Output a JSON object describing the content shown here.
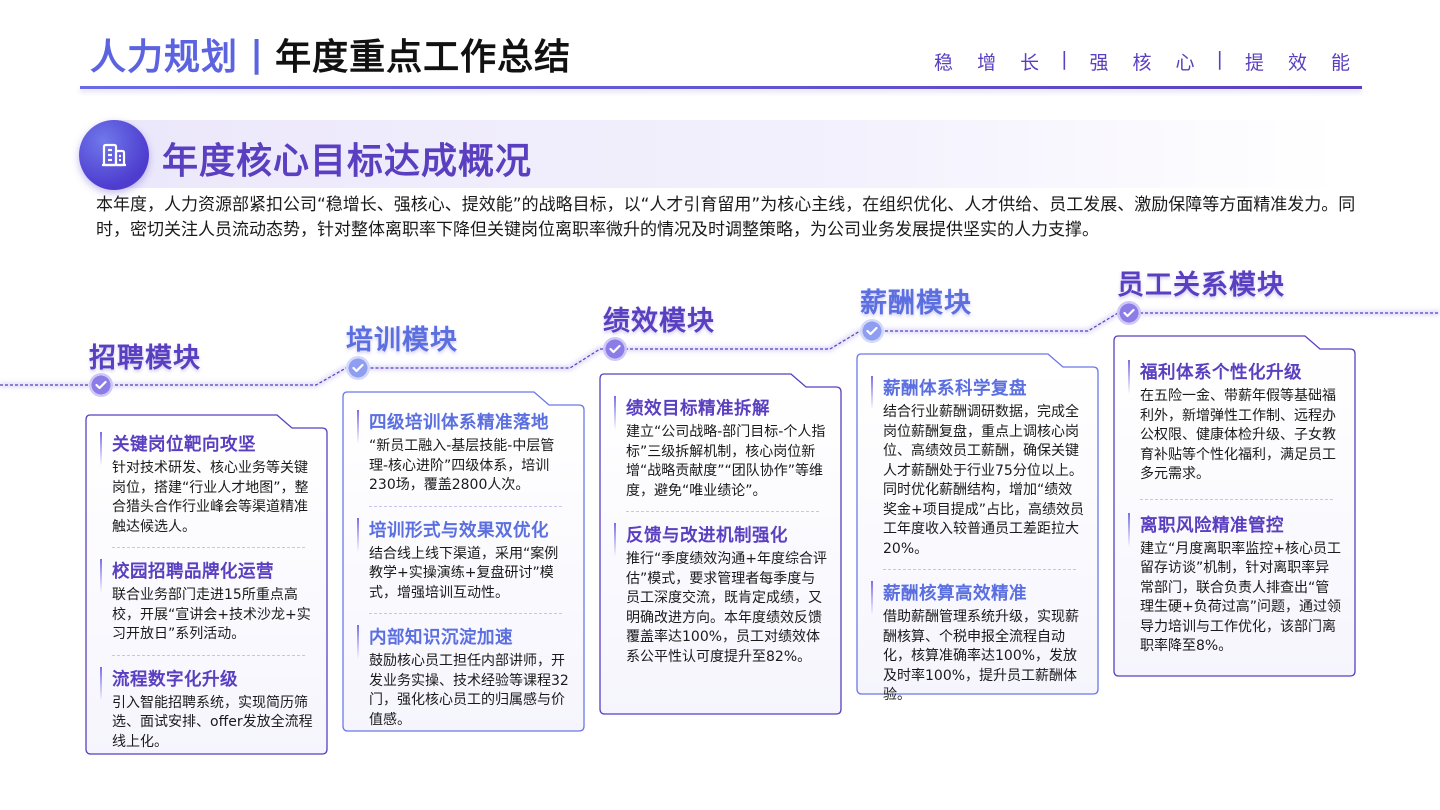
{
  "header": {
    "brand": "人力规划",
    "separator": "|",
    "title": "年度重点工作总结",
    "slogan": [
      "稳",
      "增",
      "长",
      "|",
      "强",
      "核",
      "心",
      "|",
      "提",
      "效",
      "能"
    ]
  },
  "section": {
    "icon": "building-icon",
    "title": "年度核心目标达成概况",
    "intro": "本年度，人力资源部紧扣公司“稳增长、强核心、提效能”的战略目标，以“人才引育留用”为核心主线，在组织优化、人才供给、员工发展、激励保障等方面精准发力。同时，密切关注人员流动态势，针对整体离职率下降但关键岗位离职率微升的情况及时调整策略，为公司业务发展提供坚实的人力支撑。"
  },
  "colors": {
    "purple": "#5a3fc0",
    "blue": "#5b6fe0",
    "accent_gradient_start": "#6a6ae6"
  },
  "modules": [
    {
      "title": "招聘模块",
      "items": [
        {
          "head": "关键岗位靶向攻坚",
          "body": "针对技术研发、核心业务等关键岗位，搭建“行业人才地图”，整合猎头合作行业峰会等渠道精准触达候选人。"
        },
        {
          "head": "校园招聘品牌化运营",
          "body": "联合业务部门走进15所重点高校，开展“宣讲会+技术沙龙+实习开放日”系列活动。"
        },
        {
          "head": "流程数字化升级",
          "body": "引入智能招聘系统，实现简历筛选、面试安排、offer发放全流程线上化。"
        }
      ]
    },
    {
      "title": "培训模块",
      "items": [
        {
          "head": "四级培训体系精准落地",
          "body": "“新员工融入-基层技能-中层管理-核心进阶”四级体系，培训230场，覆盖2800人次。"
        },
        {
          "head": "培训形式与效果双优化",
          "body": "结合线上线下渠道，采用“案例教学+实操演练+复盘研讨”模式，增强培训互动性。"
        },
        {
          "head": "内部知识沉淀加速",
          "body": "鼓励核心员工担任内部讲师，开发业务实操、技术经验等课程32门，强化核心员工的归属感与价值感。"
        }
      ]
    },
    {
      "title": "绩效模块",
      "items": [
        {
          "head": "绩效目标精准拆解",
          "body": "建立“公司战略-部门目标-个人指标”三级拆解机制，核心岗位新增“战略贡献度”“团队协作”等维度，避免“唯业绩论”。"
        },
        {
          "head": "反馈与改进机制强化",
          "body": "推行“季度绩效沟通+年度综合评估”模式，要求管理者每季度与员工深度交流，既肯定成绩，又明确改进方向。本年度绩效反馈覆盖率达100%，员工对绩效体系公平性认可度提升至82%。"
        }
      ]
    },
    {
      "title": "薪酬模块",
      "items": [
        {
          "head": "薪酬体系科学复盘",
          "body": "结合行业薪酬调研数据，完成全岗位薪酬复盘，重点上调核心岗位、高绩效员工薪酬，确保关键人才薪酬处于行业75分位以上。同时优化薪酬结构，增加“绩效奖金+项目提成”占比，高绩效员工年度收入较普通员工差距拉大20%。"
        },
        {
          "head": "薪酬核算高效精准",
          "body": "借助薪酬管理系统升级，实现薪酬核算、个税申报全流程自动化，核算准确率达100%，发放及时率100%，提升员工薪酬体验。"
        }
      ]
    },
    {
      "title": "员工关系模块",
      "items": [
        {
          "head": "福利体系个性化升级",
          "body": "在五险一金、带薪年假等基础福利外，新增弹性工作制、远程办公权限、健康体检升级、子女教育补贴等个性化福利，满足员工多元需求。"
        },
        {
          "head": "离职风险精准管控",
          "body": "建立“月度离职率监控+核心员工留存访谈”机制，针对离职率异常部门，联合负责人排查出“管理生硬+负荷过高”问题，通过领导力培训与工作优化，该部门离职率降至8%。"
        }
      ]
    }
  ]
}
